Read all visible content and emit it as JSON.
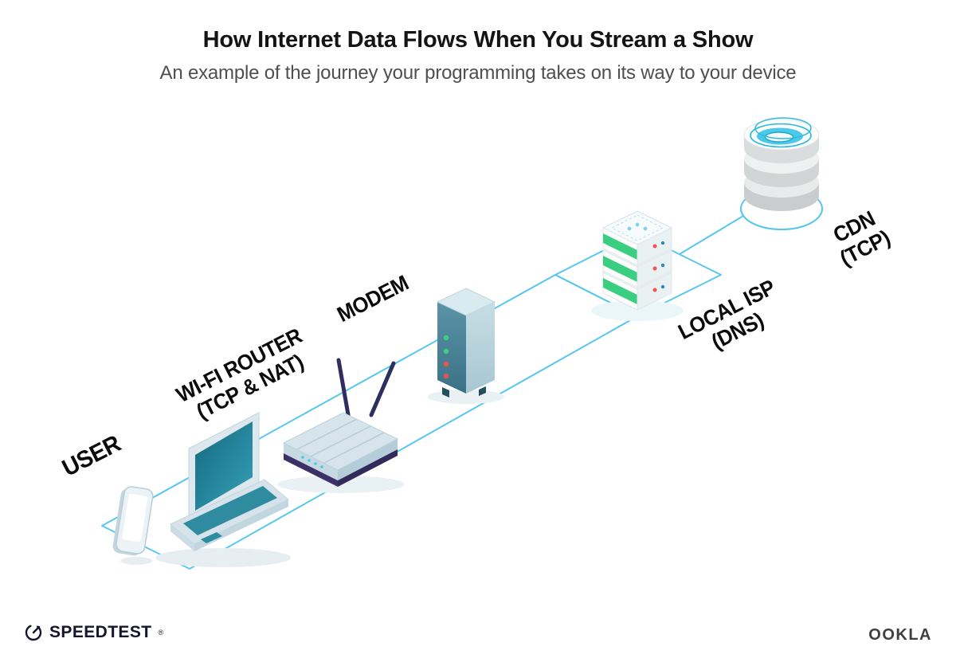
{
  "header": {
    "title": "How Internet Data Flows When You Stream a Show",
    "subtitle": "An example of the journey your programming takes on its way to your device"
  },
  "nodes": {
    "user": {
      "label": "USER"
    },
    "router": {
      "label": "WI-FI ROUTER",
      "sublabel": "(TCP & NAT)"
    },
    "modem": {
      "label": "MODEM"
    },
    "isp": {
      "label": "LOCAL ISP",
      "sublabel": "(DNS)"
    },
    "cdn": {
      "label": "CDN",
      "sublabel": "(TCP)"
    }
  },
  "flow": [
    "USER",
    "WI-FI ROUTER",
    "MODEM",
    "LOCAL ISP",
    "CDN"
  ],
  "footer": {
    "brand_left": "SPEEDTEST",
    "brand_left_mark": "®",
    "brand_right": "OOKLA"
  },
  "colors": {
    "connection_line": "#57c7f0",
    "label_text": "#0b0b0b",
    "screen_teal": "#1d7b91",
    "server_stripe_green": "#3ace81",
    "led_green": "#3fd183",
    "led_red": "#ef5350",
    "dot_blue": "#2e86c1",
    "antenna_navy": "#2e2f5e",
    "router_base_purple": "#3c3066",
    "cdn_ring_blue": "#28b6da"
  }
}
